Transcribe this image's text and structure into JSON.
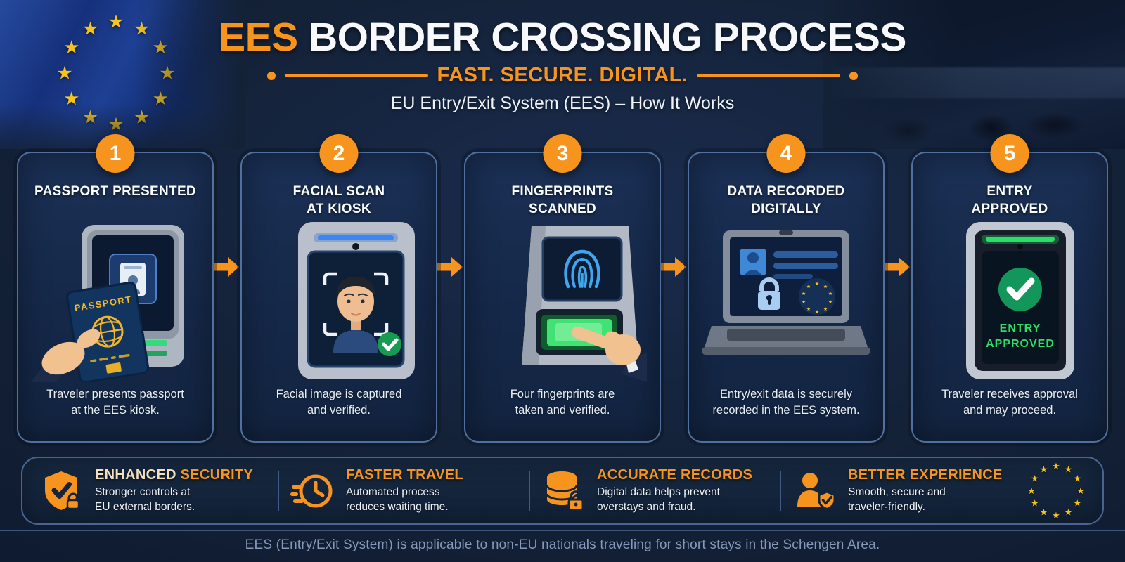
{
  "header": {
    "title_accent": "EES",
    "title_rest": "BORDER CROSSING PROCESS",
    "tagline": "FAST. SECURE. DIGITAL.",
    "subtitle": "EU Entry/Exit System (EES) – How It Works"
  },
  "steps": [
    {
      "number": "1",
      "title_line1": "PASSPORT PRESENTED",
      "title_line2": "",
      "description_line1": "Traveler presents passport",
      "description_line2": "at the EES kiosk.",
      "icon": "passport-kiosk",
      "passport_label": "PASSPORT"
    },
    {
      "number": "2",
      "title_line1": "FACIAL SCAN",
      "title_line2": "AT KIOSK",
      "description_line1": "Facial image is captured",
      "description_line2": "and verified.",
      "icon": "facial-scan-kiosk"
    },
    {
      "number": "3",
      "title_line1": "FINGERPRINTS",
      "title_line2": "SCANNED",
      "description_line1": "Four fingerprints are",
      "description_line2": "taken and verified.",
      "icon": "fingerprint-scanner"
    },
    {
      "number": "4",
      "title_line1": "DATA RECORDED",
      "title_line2": "DIGITALLY",
      "description_line1": "Entry/exit data is securely",
      "description_line2": "recorded in the EES system.",
      "icon": "laptop-ees-record"
    },
    {
      "number": "5",
      "title_line1": "ENTRY",
      "title_line2": "APPROVED",
      "description_line1": "Traveler receives approval",
      "description_line2": "and may proceed.",
      "icon": "approval-screen",
      "screen_line1": "ENTRY",
      "screen_line2": "APPROVED"
    }
  ],
  "benefits": [
    {
      "icon": "shield-check-icon",
      "title_a": "ENHANCED",
      "title_b": "SECURITY",
      "desc_line1": "Stronger controls at",
      "desc_line2": "EU external borders."
    },
    {
      "icon": "fast-clock-icon",
      "title_a": "FASTER",
      "title_b": "TRAVEL",
      "desc_line1": "Automated process",
      "desc_line2": "reduces waiting time."
    },
    {
      "icon": "database-lock-icon",
      "title_a": "ACCURATE",
      "title_b": "RECORDS",
      "desc_line1": "Digital data helps prevent",
      "desc_line2": "overstays and fraud."
    },
    {
      "icon": "traveler-check-icon",
      "title_a": "BETTER",
      "title_b": "EXPERIENCE",
      "desc_line1": "Smooth, secure and",
      "desc_line2": "traveler-friendly."
    }
  ],
  "footer": {
    "note": "EES (Entry/Exit System) is applicable to non-EU nationals traveling for short stays in the Schengen Area."
  },
  "colors": {
    "accent_orange": "#F7941E",
    "eu_blue": "#16317C",
    "star_gold": "#F6C51D",
    "approval_green": "#2ADE68",
    "check_green": "#169B52",
    "fingerprint_blue": "#3EA6F0",
    "card_navy": "#152848",
    "page_navy": "#142238"
  }
}
